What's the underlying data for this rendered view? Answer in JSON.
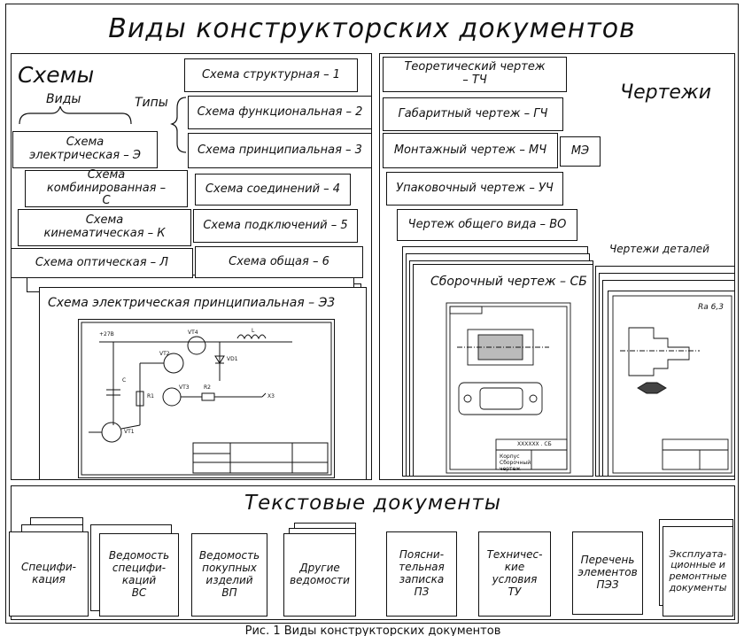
{
  "title": "Виды конструкторских документов",
  "schemes": {
    "header": "Схемы",
    "kinds_label": "Виды",
    "types_label": "Типы",
    "kinds": [
      "Схема электрическая – Э",
      "Схема комбинированная – С",
      "Схема кинематическая – К",
      "Схема оптическая – Л"
    ],
    "types": [
      "Схема структурная – 1",
      "Схема функциональная – 2",
      "Схема принципиальная – 3",
      "Схема соединений – 4",
      "Схема подключений – 5",
      "Схема общая – 6"
    ],
    "example_title": "Схема электрическая принципиальная – Э3",
    "circuit": {
      "voltage": "+27В",
      "labels": [
        "VT4",
        "L",
        "VT2",
        "VD1",
        "C",
        "R1",
        "VT3",
        "R2",
        "X3",
        "VT1"
      ]
    }
  },
  "drawings": {
    "header": "Чертежи",
    "items": [
      "Теоретический чертеж – ТЧ",
      "Габаритный чертеж – ГЧ",
      "Монтажный чертеж – МЧ",
      "Упаковочный чертеж – УЧ",
      "Чертеж общего вида – ВО"
    ],
    "me_label": "МЭ",
    "assembly": "Сборочный чертеж – СБ",
    "details": "Чертежи деталей",
    "sample_code": "ХХХХХХ . СБ",
    "sample_caption": "Корпус Сборочный чертеж",
    "roughness": "Ra 6,3"
  },
  "text_docs": {
    "header": "Текстовые документы",
    "items": [
      "Специфи-\nкация",
      "Ведомость\nспецифи-\nкаций\nВС",
      "Ведомость\nпокупных\nизделий\nВП",
      "Другие\nведомости",
      "Поясни-\nтельная\nзаписка\nПЗ",
      "Техничес-\nкие\nусловия\nТУ",
      "Перечень\nэлементов\nПЭЗ",
      "Эксплуата-\nционные и\nремонтные\nдокументы"
    ]
  },
  "footer": "Рис. 1 Виды конструкторских документов"
}
